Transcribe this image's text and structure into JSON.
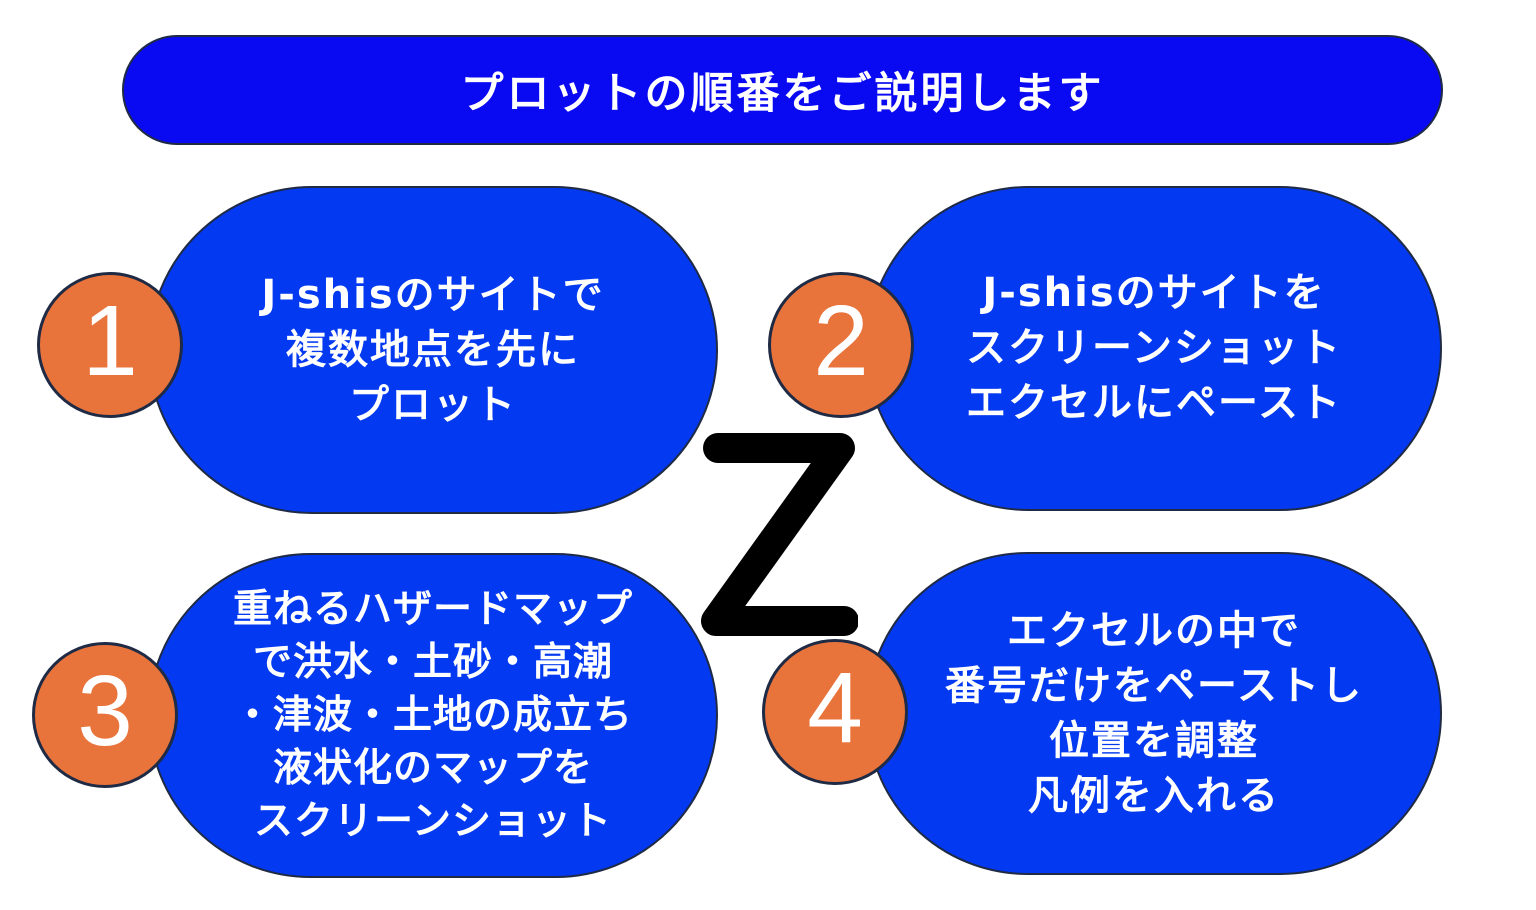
{
  "title": "プロットの順番をご説明します",
  "z_label": "Z",
  "steps": [
    {
      "number": "1",
      "lines": [
        "J-shisのサイトで",
        "複数地点を先に",
        "プロット"
      ]
    },
    {
      "number": "2",
      "lines": [
        "J-shisのサイトを",
        "スクリーンショット",
        "エクセルにペースト"
      ]
    },
    {
      "number": "3",
      "lines": [
        "重ねるハザードマップ",
        "で洪水・土砂・高潮",
        "・津波・土地の成立ち",
        "液状化のマップを",
        "スクリーンショット"
      ]
    },
    {
      "number": "4",
      "lines": [
        "エクセルの中で",
        "番号だけをペーストし",
        "位置を調整",
        "凡例を入れる"
      ]
    }
  ],
  "colors": {
    "banner_blue": "#0A0AF2",
    "box_blue": "#0339F0",
    "circle_orange": "#E8743C",
    "outline_dark": "#1F2A44",
    "text_white": "#FFFFFF",
    "z_black": "#000000",
    "background": "#FFFFFF"
  }
}
